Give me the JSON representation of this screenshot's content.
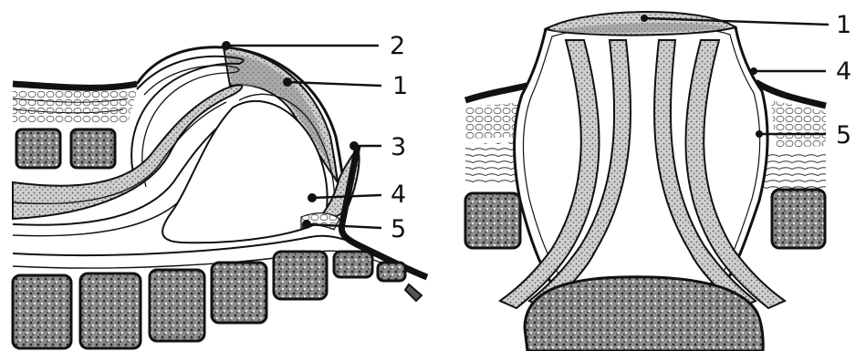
{
  "figure": {
    "left_panel": {
      "labels": [
        "2",
        "1",
        "3",
        "4",
        "5"
      ]
    },
    "right_panel": {
      "labels": [
        "1",
        "4",
        "5"
      ]
    }
  },
  "colors": {
    "ink": "#111111",
    "fill_dark": "#7a7a7a",
    "fill_mid": "#a8a8a8",
    "fill_light": "#d9d9d9",
    "background": "#ffffff"
  }
}
